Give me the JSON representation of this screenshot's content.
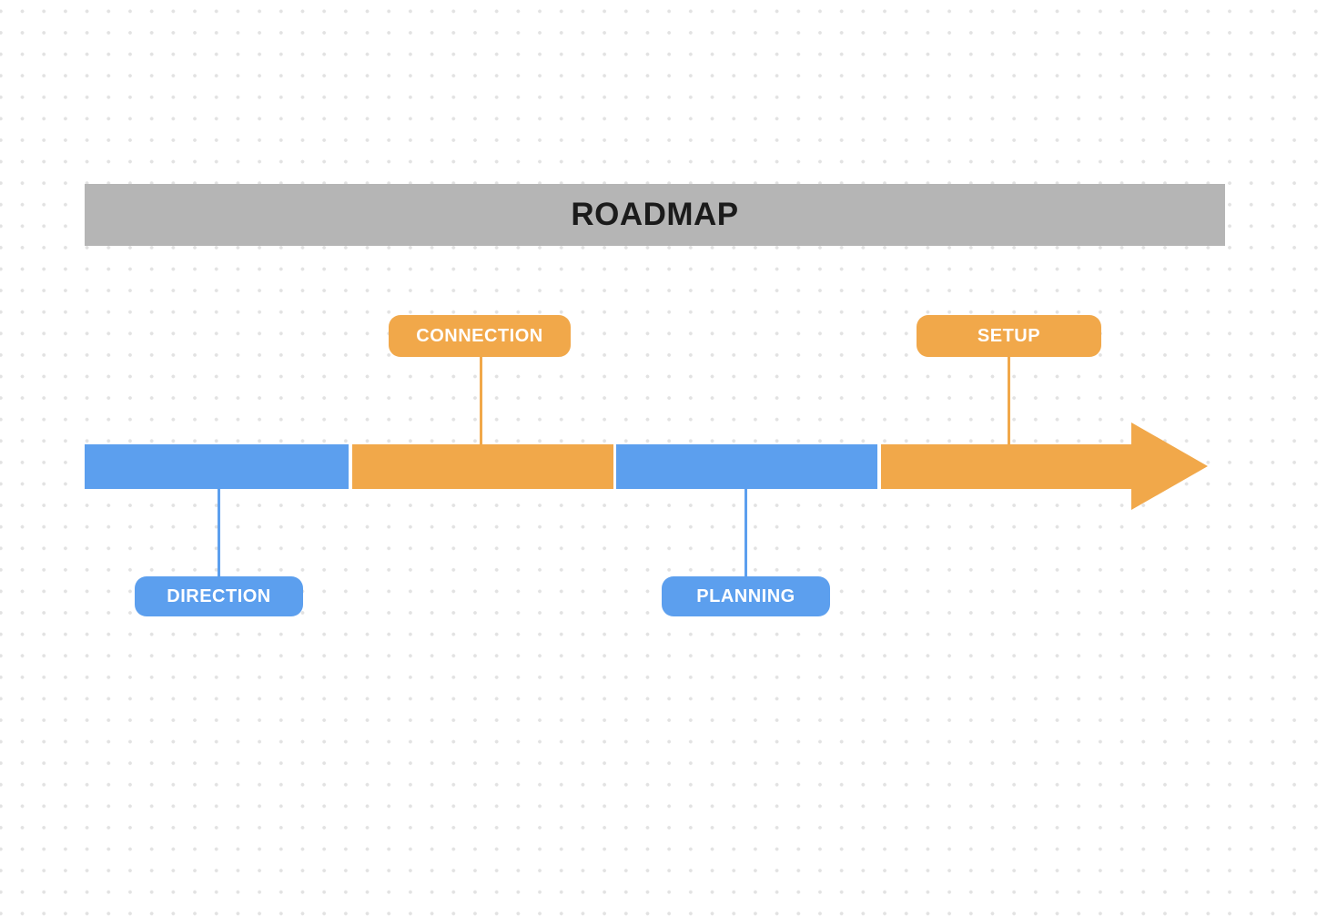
{
  "canvas": {
    "background_color": "#ffffff",
    "dot_grid_color": "#e2e2e2"
  },
  "header": {
    "title": "ROADMAP",
    "background_color": "#b5b5b5",
    "text_color": "#1b1b1b"
  },
  "colors": {
    "blue": "#5c9fee",
    "orange": "#f1a84a",
    "label_text": "#ffffff"
  },
  "timeline": {
    "direction": "left-to-right",
    "segments": [
      {
        "index": 1,
        "color": "#5c9fee",
        "milestone": "DIRECTION"
      },
      {
        "index": 2,
        "color": "#f1a84a",
        "milestone": "CONNECTION"
      },
      {
        "index": 3,
        "color": "#5c9fee",
        "milestone": "PLANNING"
      },
      {
        "index": 4,
        "color": "#f1a84a",
        "milestone": "SETUP",
        "arrowhead": true
      }
    ],
    "milestones": [
      {
        "label": "DIRECTION",
        "color": "#5c9fee",
        "side": "below",
        "segment": 1
      },
      {
        "label": "CONNECTION",
        "color": "#f1a84a",
        "side": "above",
        "segment": 2
      },
      {
        "label": "PLANNING",
        "color": "#5c9fee",
        "side": "below",
        "segment": 3
      },
      {
        "label": "SETUP",
        "color": "#f1a84a",
        "side": "above",
        "segment": 4
      }
    ]
  }
}
